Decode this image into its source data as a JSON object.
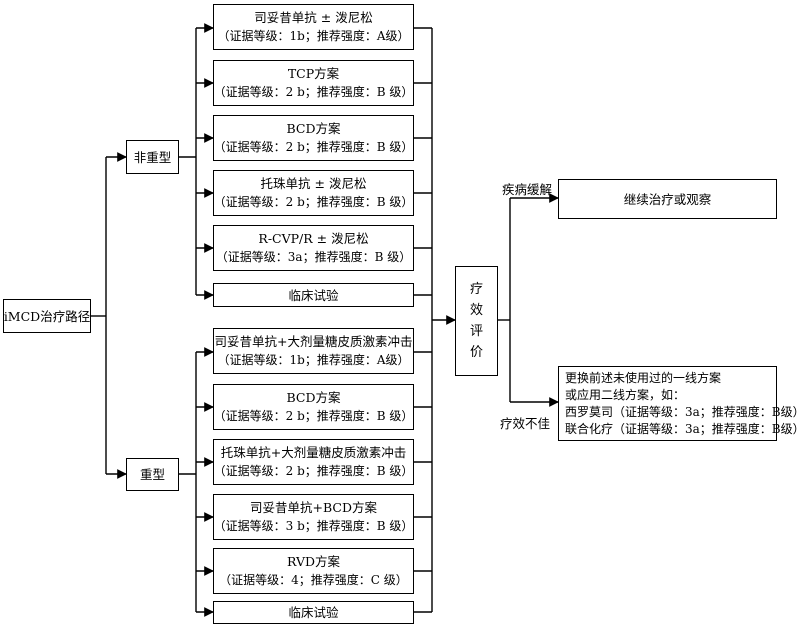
{
  "root": "iMCD治疗路径",
  "branches": {
    "non_severe": "非重型",
    "severe": "重型"
  },
  "non_severe_options": [
    {
      "title": "司妥昔单抗 ± 泼尼松",
      "evidence": "（证据等级：1b；推荐强度：A级）"
    },
    {
      "title": "TCP方案",
      "evidence": "（证据等级：2 b；推荐强度：B 级）"
    },
    {
      "title": "BCD方案",
      "evidence": "（证据等级：2 b；推荐强度：B 级）"
    },
    {
      "title": "托珠单抗 ± 泼尼松",
      "evidence": "（证据等级：2 b；推荐强度：B 级）"
    },
    {
      "title": "R-CVP/R ± 泼尼松",
      "evidence": "（证据等级：3a；推荐强度：B 级）"
    },
    {
      "title": "临床试验"
    }
  ],
  "severe_options": [
    {
      "title": "司妥昔单抗+大剂量糖皮质激素冲击",
      "evidence": "（证据等级：1b；推荐强度：A级）"
    },
    {
      "title": "BCD方案",
      "evidence": "（证据等级：2 b；推荐强度：B 级）"
    },
    {
      "title": "托珠单抗+大剂量糖皮质激素冲击",
      "evidence": "（证据等级：2 b；推荐强度：B 级）"
    },
    {
      "title": "司妥昔单抗+BCD方案",
      "evidence": "（证据等级：3 b；推荐强度：B 级）"
    },
    {
      "title": "RVD方案",
      "evidence": "（证据等级：4；推荐强度：C 级）"
    },
    {
      "title": "临床试验"
    }
  ],
  "evaluation": [
    "疗",
    "效",
    "评",
    "价"
  ],
  "outcomes": {
    "remission_label": "疾病缓解",
    "remission_action": "继续治疗或观察",
    "failure_label": "疗效不佳",
    "failure_action": [
      "更换前述未使用过的一线方案",
      "或应用二线方案，如：",
      "西罗莫司（证据等级：3a；推荐强度：B级）",
      "联合化疗（证据等级：3a；推荐强度：B级）"
    ]
  }
}
